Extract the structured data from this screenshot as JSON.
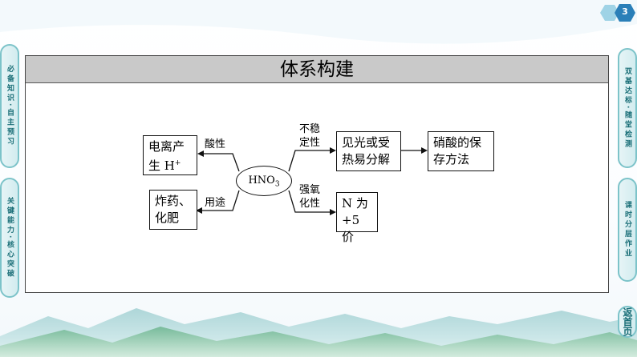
{
  "page": {
    "number": "3"
  },
  "side_tabs": {
    "left_top": "必备知识·自主预习",
    "left_bottom": "关键能力·核心突破",
    "right_top": "双基达标·随堂检测",
    "right_middle": "课时分层作业",
    "right_home": "返首页"
  },
  "main": {
    "title": "体系构建"
  },
  "diagram": {
    "center_formula": "HNO",
    "center_subscript": "3",
    "nodes": {
      "ionize_line1": "电离产",
      "ionize_line2": "生 H",
      "ionize_sup": "+",
      "use_line1": "炸药、",
      "use_line2": "化肥",
      "decompose_line1": "见光或受",
      "decompose_line2": "热易分解",
      "storage_line1": "硝酸的保",
      "storage_line2": "存方法",
      "valence_line1": "N 为",
      "valence_line2": "+5 价"
    },
    "edge_labels": {
      "acidity": "酸性",
      "use": "用途",
      "unstable_line1": "不稳",
      "unstable_line2": "定性",
      "oxidizing_line1": "强氧",
      "oxidizing_line2": "化性"
    }
  },
  "colors": {
    "accent": "#1a6e77",
    "title_bar": "#c9c9c9",
    "badge": "#2a7fb8"
  },
  "icons": [
    "hexagon-page-badge-icon",
    "mountain-landscape-decoration"
  ]
}
